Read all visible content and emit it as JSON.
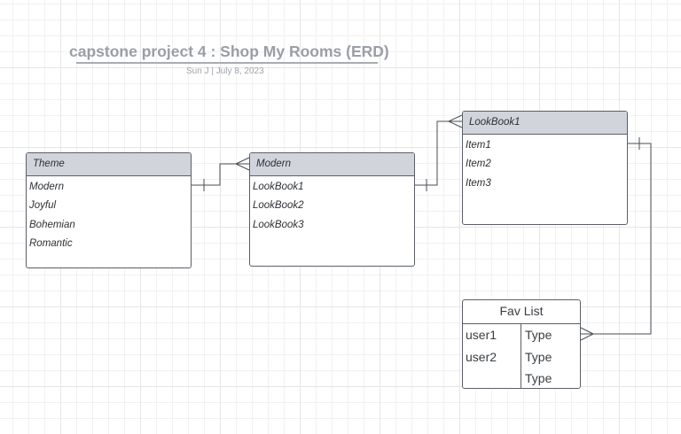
{
  "title": "capstone project 4 : Shop My Rooms (ERD)",
  "subtitle": "Sun J  |  July 8, 2023",
  "entities": {
    "theme": {
      "name": "Theme",
      "rows": [
        "Modern",
        "Joyful",
        "Bohemian",
        "Romantic"
      ]
    },
    "modern": {
      "name": "Modern",
      "rows": [
        "LookBook1",
        "LookBook2",
        "LookBook3"
      ]
    },
    "lookbook1": {
      "name": "LookBook1",
      "rows": [
        "Item1",
        "Item2",
        "Item3"
      ]
    }
  },
  "fav_list": {
    "name": "Fav List",
    "left": [
      "user1",
      "user2"
    ],
    "right": [
      "Type",
      "Type",
      "Type"
    ]
  },
  "colors": {
    "header_fill": "#d1d4db",
    "line": "#5b5f66",
    "title": "#9a9ea6"
  }
}
